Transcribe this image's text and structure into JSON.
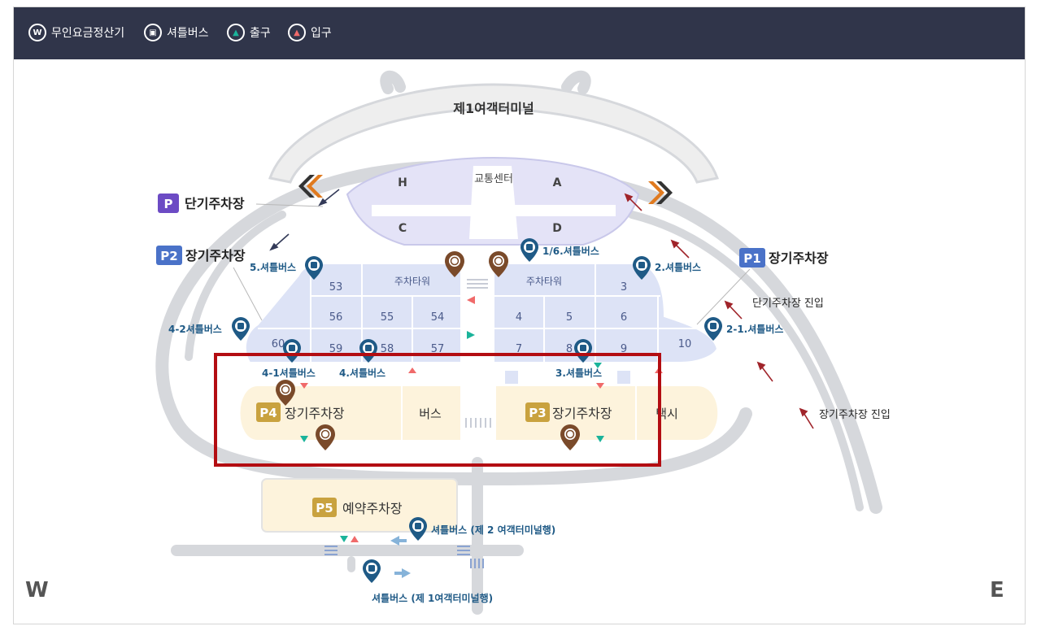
{
  "legend": {
    "fare_machine": "무인요금정산기",
    "shuttle_bus": "셔틀버스",
    "exit": "출구",
    "entrance": "입구"
  },
  "terminal": {
    "name": "제1여객터미널",
    "transport_center": "교통센터",
    "zones": [
      "H",
      "A",
      "C",
      "D"
    ]
  },
  "parking_labels": {
    "p_badge": "P",
    "short_term": "단기주차장",
    "p1_badge": "P1",
    "p2_badge": "P2",
    "long_term": "장기주차장",
    "p3_badge": "P3",
    "p4_badge": "P4",
    "p5_badge": "P5",
    "reservation": "예약주차장",
    "bus": "버스",
    "taxi": "택시",
    "parking_tower": "주차타워"
  },
  "lots": [
    "53",
    "56",
    "55",
    "54",
    "60",
    "59",
    "58",
    "57",
    "3",
    "4",
    "5",
    "6",
    "7",
    "8",
    "9",
    "10"
  ],
  "shuttle_stops": {
    "s16": "1/6.셔틀버스",
    "s2": "2.셔틀버스",
    "s21": "2-1.셔틀버스",
    "s3": "3.셔틀버스",
    "s4": "4.셔틀버스",
    "s41": "4-1셔틀버스",
    "s42": "4-2셔틀버스",
    "s5": "5.셔틀버스",
    "to_t2": "셔틀버스 (제 2 여객터미널행)",
    "to_t1": "셔틀버스 (제 1여객터미널행)"
  },
  "entrances": {
    "short_term_entry": "단기주차장 진입",
    "long_term_entry": "장기주차장 진입"
  },
  "compass": {
    "west": "W",
    "east": "E"
  },
  "colors": {
    "header_bg": "#30354a",
    "road": "#d6d8dc",
    "terminal": "#f1f1f1",
    "transport_center": "#e4e3f7",
    "tower_blocks": "#dde3f6",
    "p3_p4_lots": "#fdf3dc",
    "badge_purple": "#6c4bc4",
    "badge_blue": "#4a72c8",
    "badge_gold": "#c9a23f",
    "fare_marker": "#7a4a2a",
    "shuttle_marker": "#1f5a86",
    "highlight_box": "#b30d12",
    "arrow_red": "#a0242a",
    "exit_teal": "#1ab39a",
    "entry_red": "#f06a6a"
  }
}
